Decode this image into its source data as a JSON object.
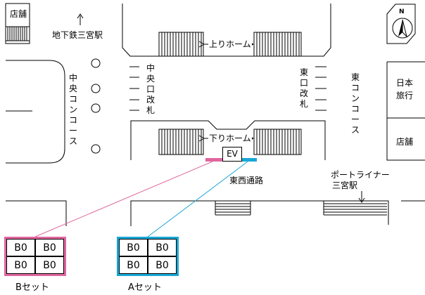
{
  "labels": {
    "shop_top_left": "店舗",
    "subway_exit": "地下鉄三宮駅",
    "up_platform": "上りホーム",
    "down_platform": "下りホーム",
    "central_concourse": "中央コンコース",
    "central_gate": "中央口改札",
    "east_gate": "東口改札",
    "east_concourse": "東コンコース",
    "nippon_travel_line1": "日本",
    "nippon_travel_line2": "旅行",
    "shop_right": "店舗",
    "ev": "EV",
    "east_west_passage": "東西通路",
    "portliner_line1": "ポートライナー",
    "portliner_line2": "三宮駅",
    "north": "N"
  },
  "ad_sets": [
    {
      "name": "Bセット",
      "color": "#e0669e",
      "cells": [
        "B0",
        "B0",
        "B0",
        "B0"
      ]
    },
    {
      "name": "Aセット",
      "color": "#19a7d6",
      "cells": [
        "B0",
        "B0",
        "B0",
        "B0"
      ]
    }
  ]
}
